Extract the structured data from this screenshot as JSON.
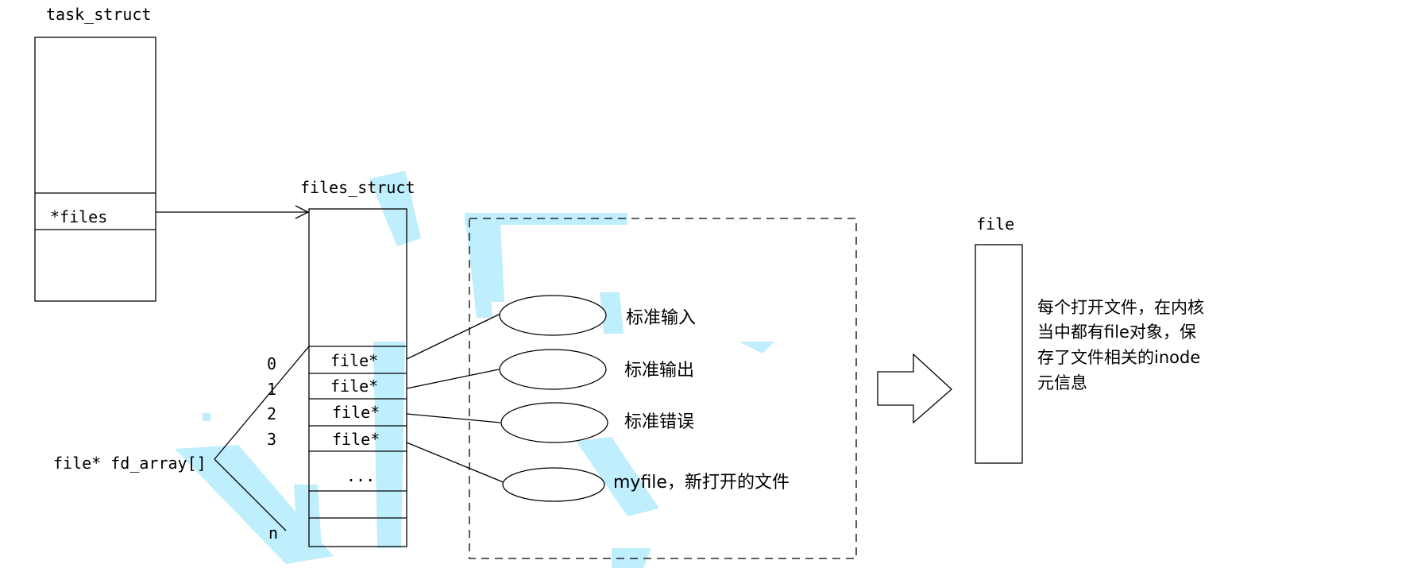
{
  "task_struct": {
    "label": "task_struct",
    "field": "*files"
  },
  "files_struct": {
    "label": "files_struct",
    "slots": [
      "file*",
      "file*",
      "file*",
      "file*",
      "...",
      "",
      ""
    ],
    "indices": [
      "0",
      "1",
      "2",
      "3",
      "n"
    ]
  },
  "fd_array_label": "file* fd_array[]",
  "open_files": [
    "标准输入",
    "标准输出",
    "标准错误",
    "myfile，新打开的文件"
  ],
  "file_object": {
    "label": "file",
    "description": [
      "每个打开文件，在内核",
      "当中都有file对象，保",
      "存了文件相关的inode",
      "元信息"
    ]
  },
  "colors": {
    "stroke": "#000000",
    "highlight": "#bfeefc",
    "background": "#ffffff"
  }
}
